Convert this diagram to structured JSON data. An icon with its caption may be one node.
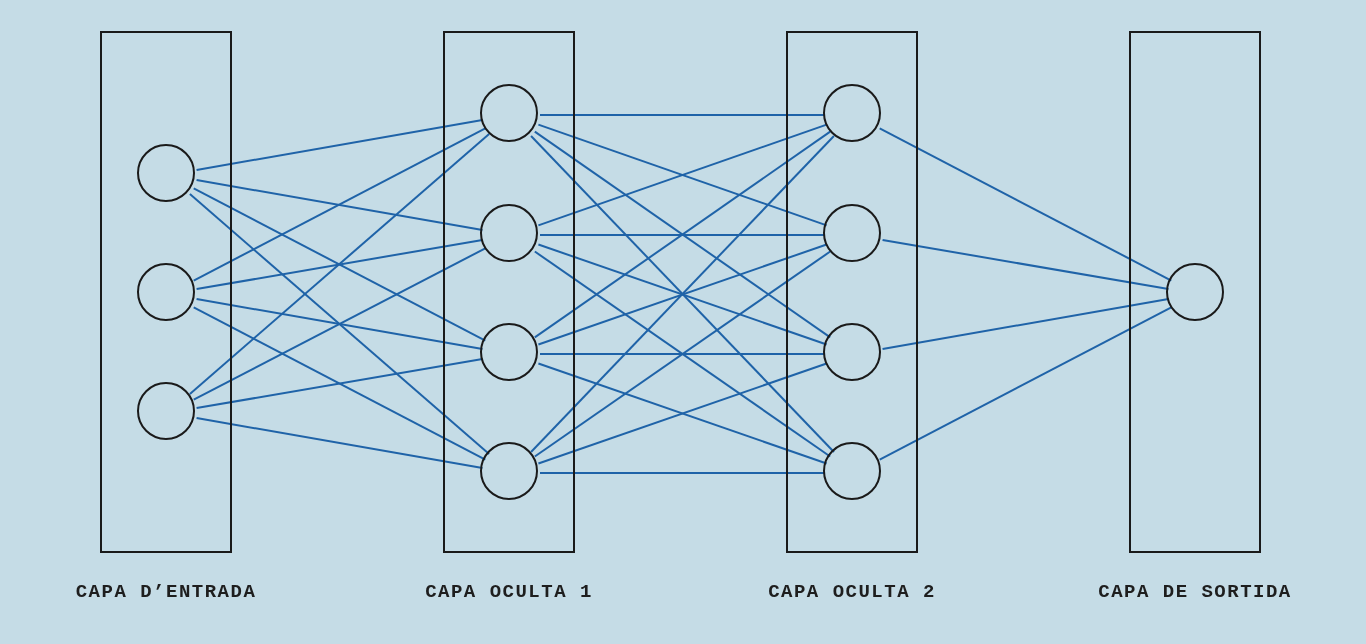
{
  "diagram": {
    "nodes": [
      {
        "text": [
          "CAPA D’ENTRADA"
        ]
      },
      {
        "text": [],
        "shape": "circle",
        "in": 0
      },
      {
        "text": [],
        "shape": "circle",
        "in": 0
      },
      {
        "text": [],
        "shape": "circle",
        "in": 0
      },
      {
        "text": [
          "CAPA OCULTA 1"
        ]
      },
      {
        "text": [],
        "shape": "circle",
        "in": 4
      },
      {
        "text": [],
        "shape": "circle",
        "in": 4
      },
      {
        "text": [],
        "shape": "circle",
        "in": 4
      },
      {
        "text": [],
        "shape": "circle",
        "in": 4
      },
      {
        "text": [
          "CAPA OCULTA 2"
        ]
      },
      {
        "text": [],
        "shape": "circle",
        "in": 9
      },
      {
        "text": [],
        "shape": "circle",
        "in": 9
      },
      {
        "text": [],
        "shape": "circle",
        "in": 9
      },
      {
        "text": [],
        "shape": "circle",
        "in": 9
      },
      {
        "text": [
          "CAPA DE SORTIDA"
        ]
      },
      {
        "text": [],
        "shape": "circle",
        "in": 14
      }
    ],
    "edges": [
      {
        "from": 1,
        "to": 5,
        "arrow": "none"
      },
      {
        "from": 1,
        "to": 6,
        "arrow": "none"
      },
      {
        "from": 1,
        "to": 7,
        "arrow": "none"
      },
      {
        "from": 1,
        "to": 8,
        "arrow": "none"
      },
      {
        "from": 2,
        "to": 5,
        "arrow": "none"
      },
      {
        "from": 2,
        "to": 6,
        "arrow": "none"
      },
      {
        "from": 2,
        "to": 7,
        "arrow": "none"
      },
      {
        "from": 2,
        "to": 8,
        "arrow": "none"
      },
      {
        "from": 3,
        "to": 5,
        "arrow": "none"
      },
      {
        "from": 3,
        "to": 6,
        "arrow": "none"
      },
      {
        "from": 3,
        "to": 7,
        "arrow": "none"
      },
      {
        "from": 3,
        "to": 8,
        "arrow": "none"
      },
      {
        "from": 5,
        "to": 10,
        "arrow": "none"
      },
      {
        "from": 5,
        "to": 11,
        "arrow": "none"
      },
      {
        "from": 5,
        "to": 12,
        "arrow": "none"
      },
      {
        "from": 5,
        "to": 13,
        "arrow": "none"
      },
      {
        "from": 6,
        "to": 10,
        "arrow": "none"
      },
      {
        "from": 6,
        "to": 11,
        "arrow": "none"
      },
      {
        "from": 6,
        "to": 12,
        "arrow": "none"
      },
      {
        "from": 6,
        "to": 13,
        "arrow": "none"
      },
      {
        "from": 7,
        "to": 10,
        "arrow": "none"
      },
      {
        "from": 7,
        "to": 11,
        "arrow": "none"
      },
      {
        "from": 7,
        "to": 12,
        "arrow": "none"
      },
      {
        "from": 7,
        "to": 13,
        "arrow": "none"
      },
      {
        "from": 8,
        "to": 10,
        "arrow": "none"
      },
      {
        "from": 8,
        "to": 11,
        "arrow": "none"
      },
      {
        "from": 8,
        "to": 12,
        "arrow": "none"
      },
      {
        "from": 8,
        "to": 13,
        "arrow": "none"
      },
      {
        "from": 10,
        "to": 15,
        "arrow": "none"
      },
      {
        "from": 11,
        "to": 15,
        "arrow": "none"
      },
      {
        "from": 12,
        "to": 15,
        "arrow": "none"
      },
      {
        "from": 13,
        "to": 15,
        "arrow": "none"
      }
    ]
  }
}
